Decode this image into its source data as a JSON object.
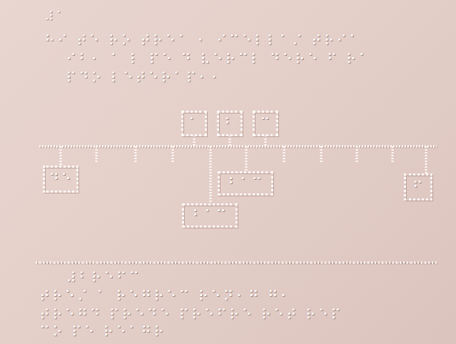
{
  "diagram": {
    "nodes": [
      {
        "text": [
          "⠁"
        ]
      },
      {
        "text": [
          "⠃"
        ]
      },
      {
        "text": [
          "⠉"
        ]
      },
      {
        "text": [
          "⠙⠑"
        ]
      },
      {
        "text": [
          "⠃⠁⠉"
        ]
      },
      {
        "text": [
          "⠃⠁⠉"
        ]
      },
      {
        "text": [
          "⠋"
        ]
      }
    ],
    "labels": [
      "⠼⠁",
      "⠓⠊ ⠞⠑ ⠗⠕ ⠞⠗⠑⠁ ⠂ ⠊⠉⠑⠇⠇⠁⠌ ⠞⠗⠊⠁",
      "⠊⠃⠂ ⠁ ⠇ ⠏⠑ ⠙ ⠧⠑⠗⠉⠇ ⠙⠑⠗⠑ ⠋ ⠗⠁",
      "⠏⠙⠕ ⠇⠑⠞⠑⠗⠁⠏⠂⠂",
      "⠼⠃⠗⠑⠋⠉",
      "⠞⠗⠑⠌ ⠁ ⠗⠑⠛⠗⠑⠉ ⠗⠑⠝⠂⠛ ⠛⠂",
      "⠞⠗⠑⠛⠙ ⠏⠗⠑⠙⠑ ⠏⠗⠑⠋⠗⠑ ⠗⠑⠞ ⠗⠑⠏",
      "⠉⠕ ⠏⠑ ⠗⠑⠁⠛⠗"
    ]
  }
}
